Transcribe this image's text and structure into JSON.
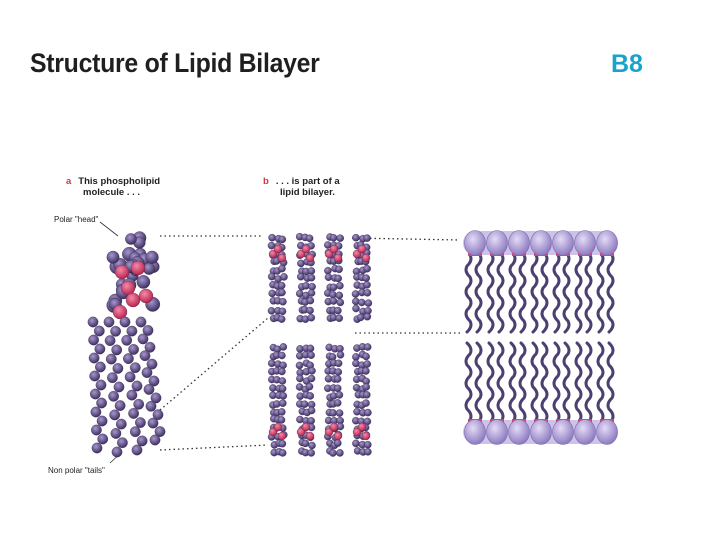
{
  "slide": {
    "title": "Structure of Lipid Bilayer",
    "badge": "B8",
    "badge_color": "#19a3c9"
  },
  "panel_a": {
    "letter": "a",
    "caption_line1": "This phospholipid",
    "caption_line2": "molecule . . .",
    "label_head": "Polar \"head\"",
    "label_tails": "Non polar \"tails\""
  },
  "panel_b": {
    "letter": "b",
    "caption_line1": ". . . is part of a",
    "caption_line2": "lipid bilayer."
  },
  "colors": {
    "head": "#e0426f",
    "atom": "#6f5b9a",
    "atom_dark": "#3d2f5e",
    "bilayer_head": "#b9a7e0",
    "bilayer_tail": "#4c4070",
    "letter": "#d8323c"
  }
}
